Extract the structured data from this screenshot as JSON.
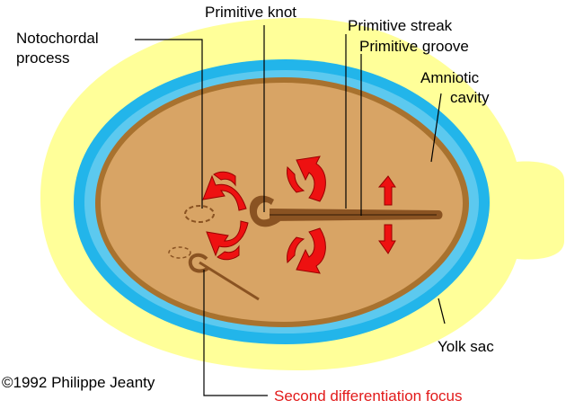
{
  "labels": {
    "primitive_knot": "Primitive knot",
    "primitive_streak": "Primitive streak",
    "primitive_groove": "Primitive groove",
    "notochordal_line1": "Notochordal",
    "notochordal_line2": "process",
    "amniotic_line1": "Amniotic",
    "amniotic_line2": "cavity",
    "yolk_sac": "Yolk sac",
    "copyright": "©1992 Philippe Jeanty",
    "second_focus": "Second differentiation focus"
  },
  "colors": {
    "yolk_sac": "#ffff99",
    "amnion": "#22b5ea",
    "amnion_light": "#8fd8f2",
    "embryonic_disc": "#d8a465",
    "disc_rim": "#a8722f",
    "streak": "#8a5322",
    "arrow_red": "#ee1111",
    "arrow_dark": "#990000",
    "leader_line": "#000000",
    "second_focus_text": "#e21a1a"
  }
}
